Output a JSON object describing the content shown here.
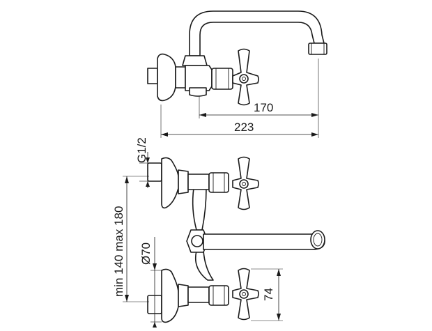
{
  "dimensions": {
    "spout_reach": "170",
    "overall_reach": "223",
    "thread_size": "G1/2",
    "center_distance": "min 140 max 180",
    "flange_diameter": "Ø70",
    "handle_height": "74"
  }
}
